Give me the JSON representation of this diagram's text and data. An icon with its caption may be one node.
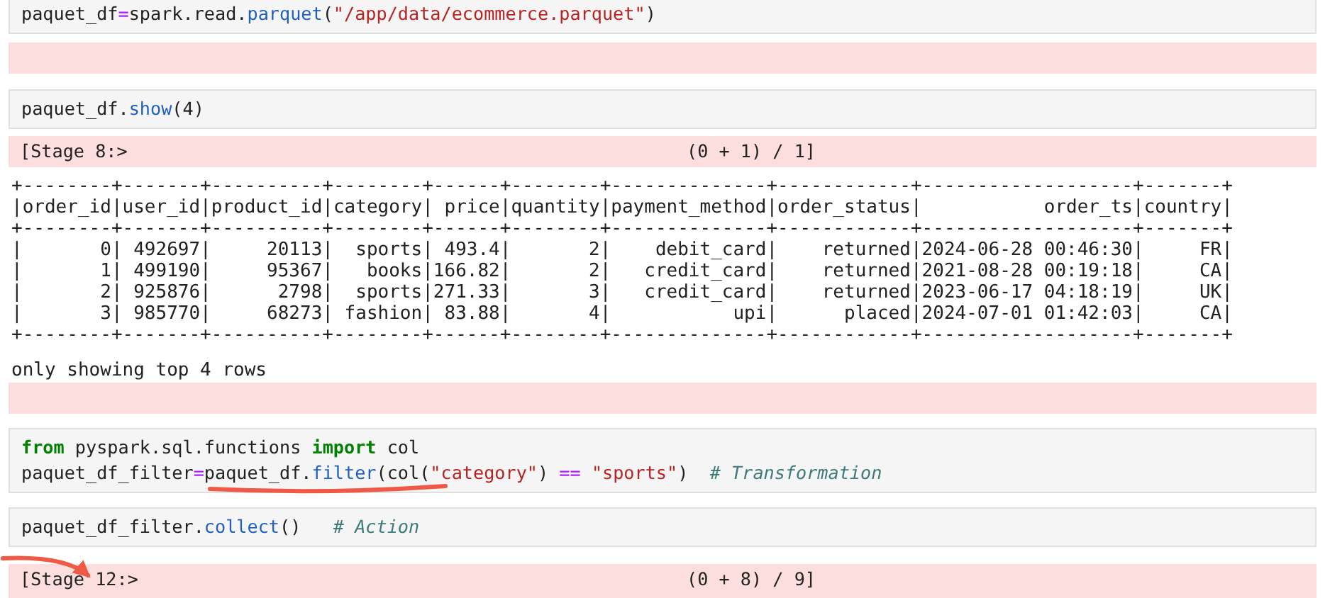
{
  "diagram": {
    "nodes": [
      {
        "text": [
          "paquet_df=spark.read.parquet(\"/app/data/ecommerce.parquet\")"
        ]
      },
      {
        "text": [],
        "shape": "box"
      },
      {
        "text": [
          "paquet_df.show(4)"
        ]
      },
      {
        "text": [
          "[Stage 8:>",
          "(0 + 1) / 1]"
        ]
      },
      {
        "text": [],
        "shape": "box"
      },
      {
        "text": [
          "from pyspark.sql.functions import col",
          "paquet_df_filter=paquet_df.filter(col(\"category\") == \"sports\")  # Transformation"
        ]
      },
      {
        "text": [
          "paquet_df_filter.collect()   # Action"
        ]
      },
      {
        "text": [
          "[Stage 12:>",
          "(0 + 8) / 9]"
        ]
      }
    ],
    "edges": [
      {
        "from": null,
        "to": 7,
        "arrow": "to",
        "color": "#ee5a45"
      }
    ],
    "labels": [
      "+--------+-------+----------+--------+------+--------+--------------+------------+-------------------+-------+",
      "|order_id|user_id|product_id|category| price|quantity|payment_method|order_status|           order_ts|country|",
      "+--------+-------+----------+--------+------+--------+--------------+------------+-------------------+-------+",
      "|       0| 492697|     20113|  sports| 493.4|       2|    debit_card|    returned|2024-06-28 00:46:30|     FR|",
      "|       1| 499190|     95367|   books|166.82|       2|   credit_card|    returned|2021-08-28 00:19:18|     CA|",
      "|       2| 925876|      2798|  sports|271.33|       3|   credit_card|    returned|2023-06-17 04:18:19|     UK|",
      "|       3| 985770|     68273| fashion| 83.88|       4|           upi|      placed|2024-07-01 01:42:03|     CA|",
      "+--------+-------+----------+--------+------+--------+--------------+------------+-------------------+-------+",
      "only showing top 4 rows"
    ]
  }
}
